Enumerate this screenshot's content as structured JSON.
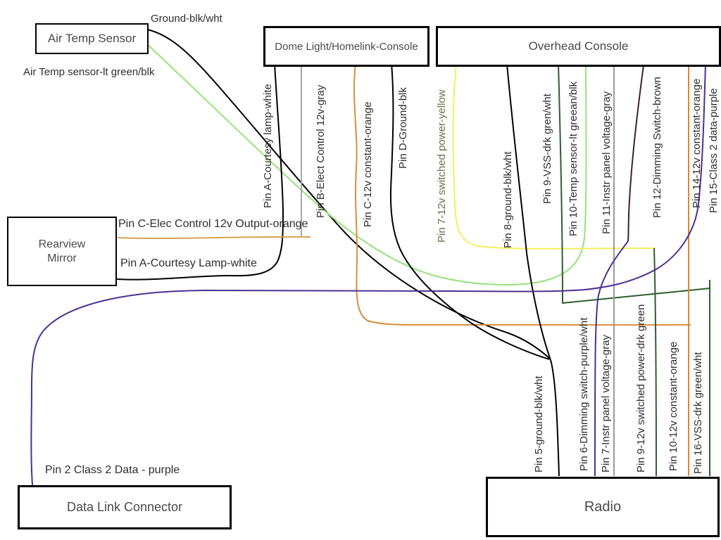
{
  "boxes": {
    "air_temp_sensor": {
      "label": "Air Temp Sensor"
    },
    "dome_light": {
      "label": "Dome Light/Homelink-Console"
    },
    "overhead_console": {
      "label": "Overhead Console"
    },
    "rearview_mirror": {
      "line1": "Rearview",
      "line2": "Mirror"
    },
    "data_link_connector": {
      "label": "Data Link Connector"
    },
    "radio": {
      "label": "Radio"
    }
  },
  "floating_labels": {
    "ground_blk_wht": "Ground-blk/wht",
    "air_temp_green": "Air Temp sensor-lt green/blk",
    "mirror_pin_c": "Pin C-Elec Control 12v Output-orange",
    "mirror_pin_a": "Pin A-Courtesy Lamp-white",
    "dlc_pin_2": "Pin 2 Class 2 Data - purple"
  },
  "vlabels": [
    {
      "text": "Pin A-Courtesy lamp-white"
    },
    {
      "text": "Pin B-Elect Control 12v-gray"
    },
    {
      "text": "Pin C-12v constant-orange"
    },
    {
      "text": "Pin D-Ground-blk"
    },
    {
      "text": "Pin 7-12v switched power-yellow"
    },
    {
      "text": "Pin 8-ground-blk/wht"
    },
    {
      "text": "Pin 9-VSS-drk gren/wht"
    },
    {
      "text": "Pin 10-Temp sensor-lt greean/blk"
    },
    {
      "text": "Pin 11-Instr panel voltage-gray"
    },
    {
      "text": "Pin 12-Dimming Switch-brown"
    },
    {
      "text": "Pin 14-12v constant-orange"
    },
    {
      "text": "Pin 15-Class 2 data-purple"
    },
    {
      "text": "Pin 5-ground-blk/wht"
    },
    {
      "text": "Pin 6-Dimming switch-purple/wht"
    },
    {
      "text": "Pin 7-Instr panel voltage-gray"
    },
    {
      "text": "Pin 9-12v switched power-drk green"
    },
    {
      "text": "Pin 10-12v constant-orange"
    },
    {
      "text": "Pin 16-VSS-drk green/wht"
    }
  ],
  "wires": {
    "air-temp-ground-wire": {
      "color": "#000000",
      "width": 2
    },
    "air-temp-green-wire": {
      "color": "#96e27a",
      "width": 2
    },
    "mirror-courtesy-wire": {
      "color": "#000000",
      "width": 2
    },
    "mirror-elec-orange-wire": {
      "color": "#d9a050",
      "width": 2
    },
    "dome-elect-gray-wire": {
      "color": "#a8a8a8",
      "width": 2
    },
    "dome-const-orange-wire": {
      "color": "#d98f3e",
      "width": 2
    },
    "dome-ground-wire": {
      "color": "#000000",
      "width": 2
    },
    "overhead-yellow-wire": {
      "color": "#f2ef5e",
      "width": 2
    },
    "radio-switched-green-wire": {
      "color": "#2f5d2f",
      "width": 2
    },
    "overhead-ground-wire": {
      "color": "#000000",
      "width": 2
    },
    "overhead-vss-green-wire": {
      "color": "#2f5d2f",
      "width": 2
    },
    "radio-vss-green-wire": {
      "color": "#2f5d2f",
      "width": 2
    },
    "instr-gray-wire": {
      "color": "#9a9a9a",
      "width": 2
    },
    "overhead-brown-wire": {
      "color": "#3f2228",
      "width": 2
    },
    "radio-dimming-purple-wire": {
      "color": "#4b2f93",
      "width": 2
    },
    "const-orange-vert-wire": {
      "color": "#e2862c",
      "width": 2
    },
    "class2-purple-wire": {
      "color": "#4b2f93",
      "width": 2
    }
  }
}
